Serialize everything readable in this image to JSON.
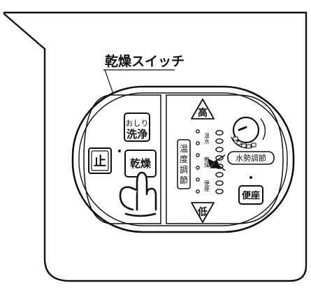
{
  "callout": {
    "text": "乾燥スイッチ"
  },
  "buttons": {
    "wash_line1": "おしり",
    "wash_line2": "洗浄",
    "stop": "止",
    "dry": "乾燥",
    "high": "高",
    "low": "低",
    "seat": "便座",
    "water_pressure": "水勢調節"
  },
  "temperature_panel": {
    "label_chars": [
      "温",
      "度",
      "調",
      "節"
    ],
    "side_labels": {
      "water": "温水",
      "dry": "乾燥",
      "seat": "便座"
    }
  },
  "icons": {
    "hand": "pointing-hand-icon",
    "dial": "water-pressure-dial-icon"
  }
}
